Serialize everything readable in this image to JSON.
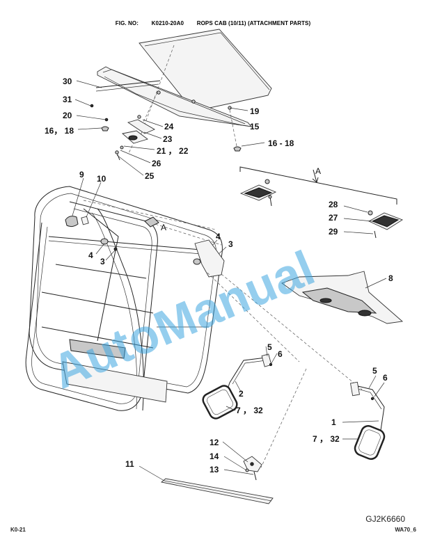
{
  "header": {
    "fig_label": "FIG. NO:",
    "fig_number": "K0210-20A0",
    "title": "ROPS CAB (10/11) (ATTACHMENT PARTS)"
  },
  "callouts": {
    "c30": "30",
    "c31": "31",
    "c20": "20",
    "c16_18_left": "16， 18",
    "c19": "19",
    "c15": "15",
    "c24": "24",
    "c23": "23",
    "c21_22": "21 ， 22",
    "c16_18_right": "16 - 18",
    "c26": "26",
    "c25": "25",
    "c9": "9",
    "c10": "10",
    "c4_a": "4",
    "c3_a": "3",
    "c4_b": "4",
    "c3_b": "3",
    "c28": "28",
    "c27": "27",
    "c29": "29",
    "c8": "8",
    "c5_a": "5",
    "c6_a": "6",
    "c2": "2",
    "c7_32_a": "7 ， 32",
    "c5_b": "5",
    "c6_b": "6",
    "c1": "1",
    "c7_32_b": "7 ， 32",
    "c12": "12",
    "c14": "14",
    "c13": "13",
    "c11": "11"
  },
  "detail_labels": {
    "detail_a_top": "A",
    "detail_a_frame": "A"
  },
  "watermark": "AutoManual",
  "footer": {
    "figure_id": "GJ2K6660",
    "page_code": "K0-21",
    "doc_code": "WA70_6"
  }
}
